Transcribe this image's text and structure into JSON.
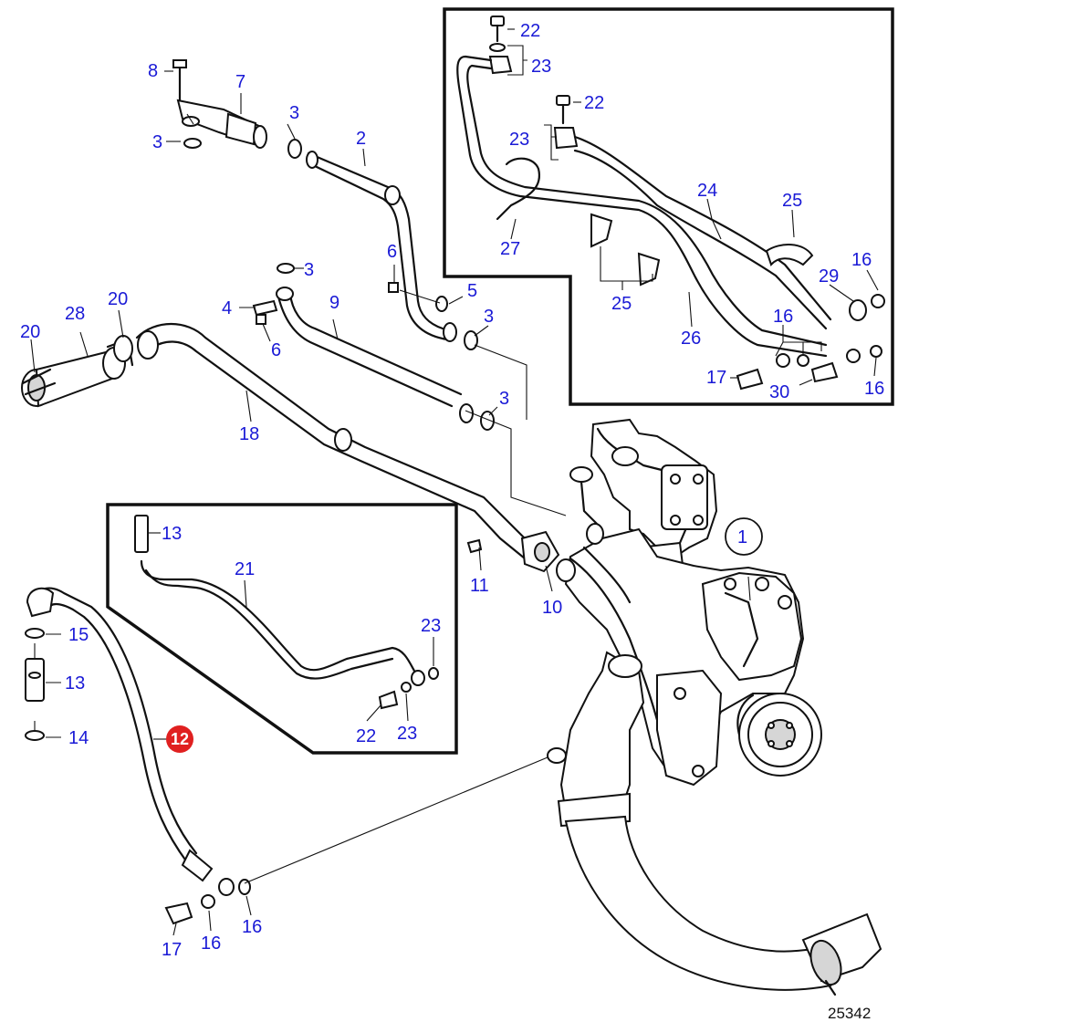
{
  "diagram_id": "25342",
  "highlight_color": "#e02020",
  "label_color": "#1a1ad6",
  "labels": {
    "p1": "1",
    "p2": "2",
    "p3a": "3",
    "p3b": "3",
    "p3c": "3",
    "p3d": "3",
    "p3e": "3",
    "p4": "4",
    "p5": "5",
    "p6a": "6",
    "p6b": "6",
    "p7": "7",
    "p8": "8",
    "p9": "9",
    "p10": "10",
    "p11": "11",
    "p12": "12",
    "p13a": "13",
    "p13b": "13",
    "p14": "14",
    "p15": "15",
    "p16a": "16",
    "p16b": "16",
    "p16c": "16",
    "p16d": "16",
    "p16e": "16",
    "p17a": "17",
    "p17b": "17",
    "p18": "18",
    "p20a": "20",
    "p20b": "20",
    "p21": "21",
    "p22a": "22",
    "p22b": "22",
    "p22c": "22",
    "p23a": "23",
    "p23b": "23",
    "p23c": "23",
    "p23d": "23",
    "p24": "24",
    "p25a": "25",
    "p25b": "25",
    "p26": "26",
    "p27": "27",
    "p28": "28",
    "p29": "29",
    "p30": "30"
  }
}
